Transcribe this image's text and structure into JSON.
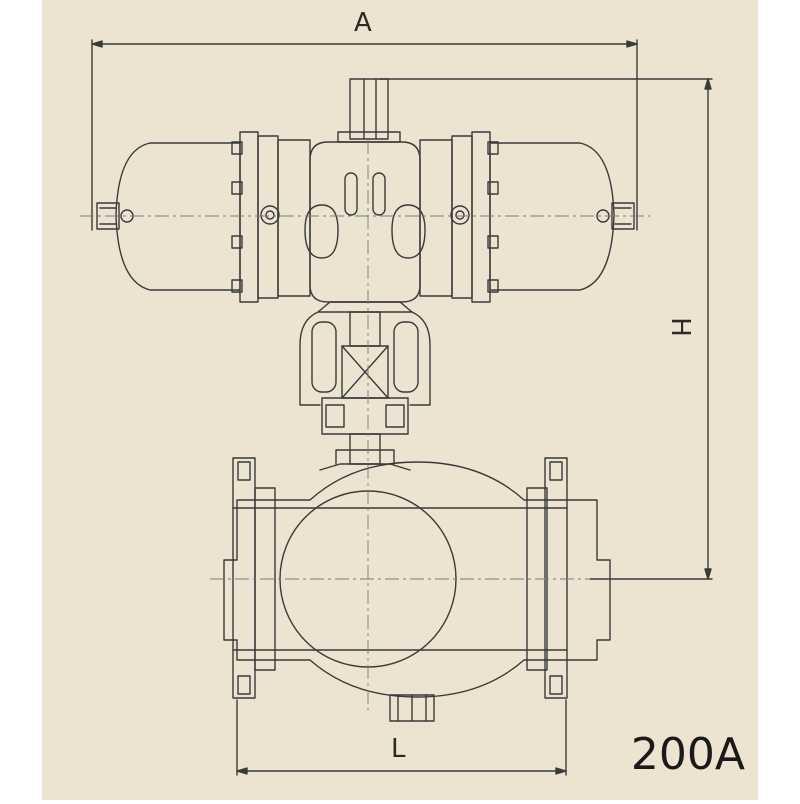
{
  "drawing": {
    "background_color": "#ffffff",
    "paper_color": "#ece4d0",
    "line_color": "#3a3a3a",
    "centerline_color": "#7a7a7a",
    "title": "",
    "subject": "ball-valve-with-pneumatic-actuator"
  },
  "dimensions": {
    "a_label": "A",
    "h_label": "H",
    "l_label": "L"
  },
  "model": {
    "label": "200A"
  }
}
